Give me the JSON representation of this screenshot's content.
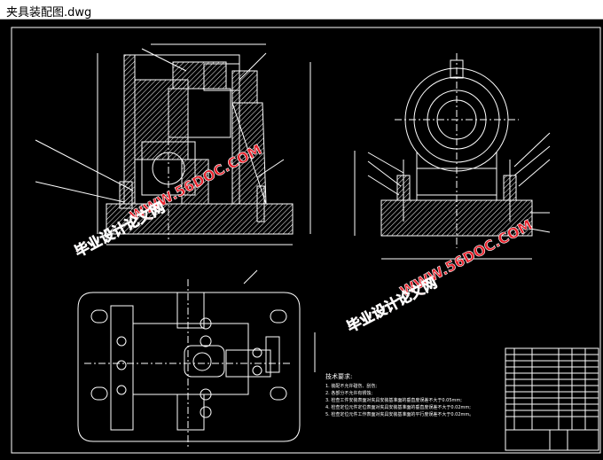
{
  "window": {
    "title": "夹具装配图.dwg"
  },
  "watermark": {
    "site": "WWW.56DOC.COM",
    "brand": "毕业设计论文网"
  },
  "notes": {
    "heading": "技术要求:",
    "lines": [
      "1. 装配不允许碰伤、刮伤;",
      "2. 各部分不允许有锈蚀;",
      "3. 检查工件安装表面对夹具安装基准面的垂直度误差不大于0.05mm;",
      "4. 检查定位元件定位表面对夹具安装基准面的垂直度误差不大于0.02mm;",
      "5. 检查定位元件工作表面对夹具安装基准面的平行度误差不大于0.02mm。"
    ]
  },
  "colors": {
    "background": "#000000",
    "lines": "#ffffff",
    "watermark": "#e8212b"
  }
}
